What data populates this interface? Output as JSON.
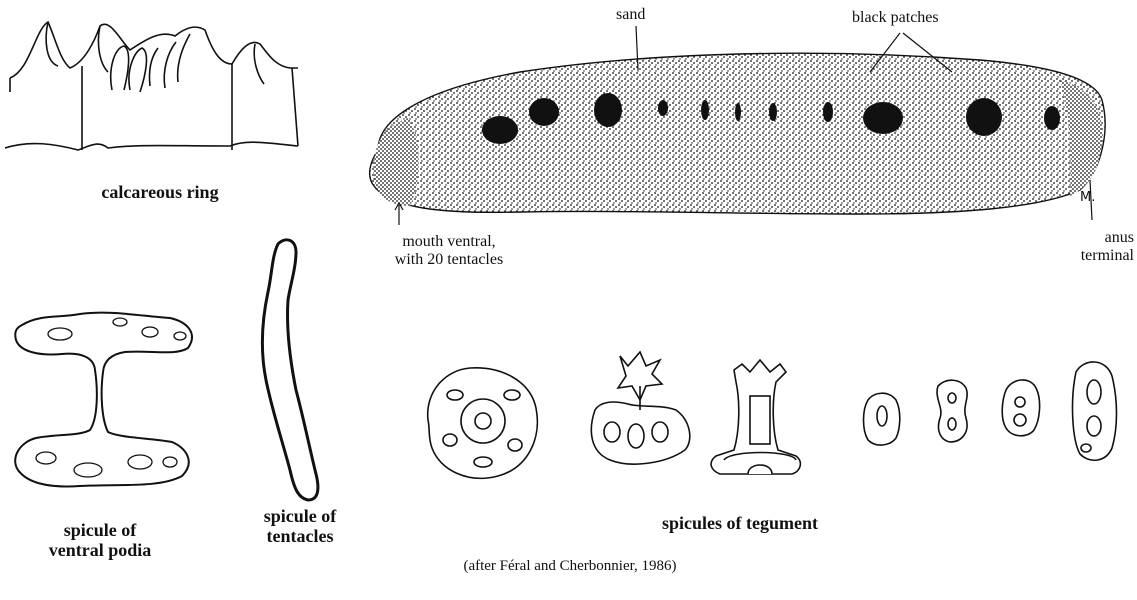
{
  "labels": {
    "calcareous_ring": "calcareous ring",
    "sand": "sand",
    "black_patches": "black patches",
    "mouth_line1": "mouth ventral,",
    "mouth_line2": "with 20 tentacles",
    "anus_line1": "anus",
    "anus_line2": "terminal",
    "artist_mark": "M.",
    "spicule_podia_line1": "spicule of",
    "spicule_podia_line2": "ventral podia",
    "spicule_tentacles_line1": "spicule of",
    "spicule_tentacles_line2": "tentacles",
    "spicules_tegument": "spicules of tegument",
    "credit": "(after Féral and Cherbonnier, 1986)"
  },
  "colors": {
    "ink": "#111111",
    "background": "#ffffff"
  }
}
